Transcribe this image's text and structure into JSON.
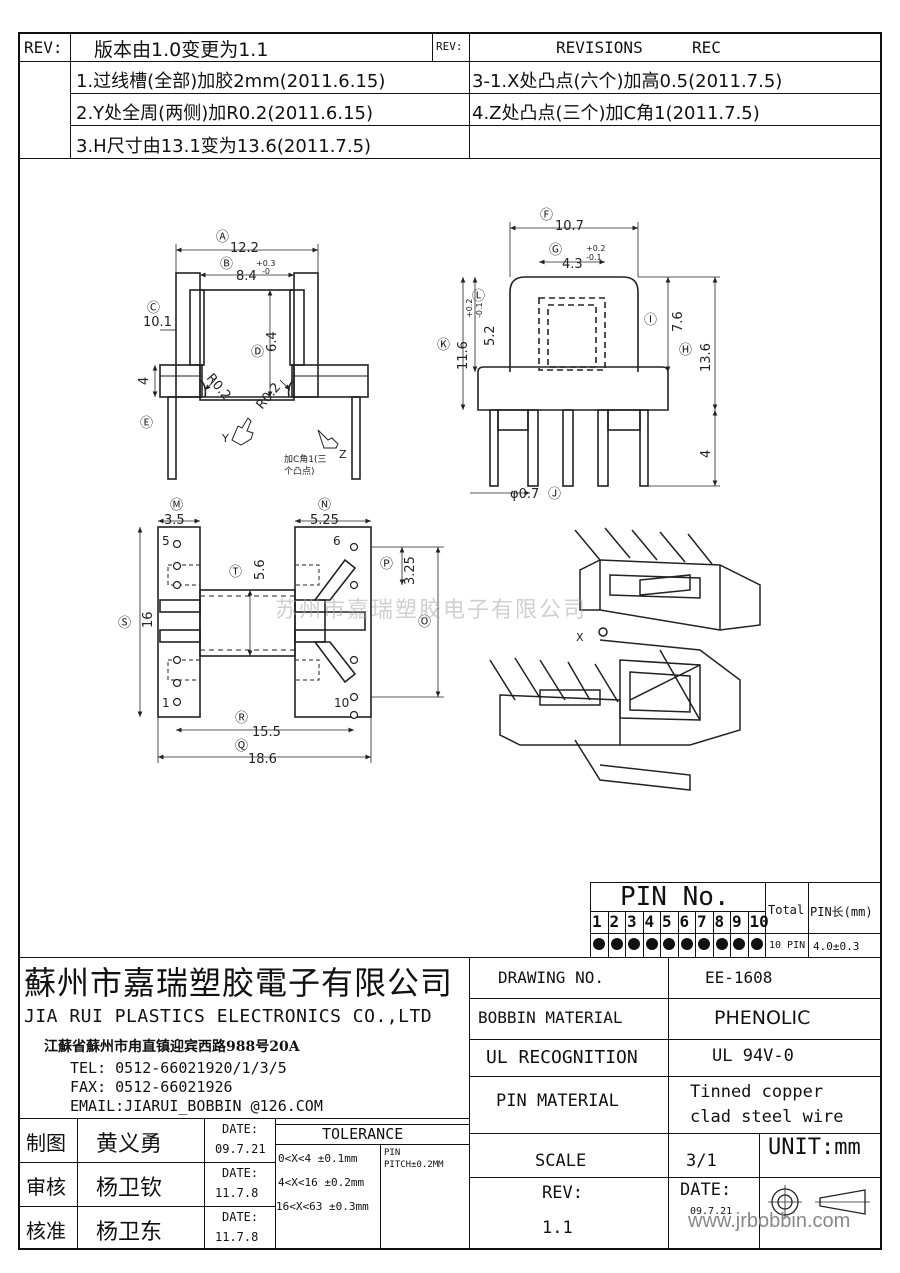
{
  "revisions": {
    "rev_label_left": "REV:",
    "rev_text": "版本由1.0变更为1.1",
    "rev_label_right": "REV:",
    "revisions_label": "REVISIONS",
    "rec_label": "REC",
    "items": [
      "1.过线槽(全部)加胶2mm(2011.6.15)",
      "2.Y处全周(两侧)加R0.2(2011.6.15)",
      "3.H尺寸由13.1变为13.6(2011.7.5)",
      "3-1.X处凸点(六个)加高0.5(2011.7.5)",
      "4.Z处凸点(三个)加C角1(2011.7.5)"
    ]
  },
  "drawing": {
    "watermark": "苏州市嘉瑞塑胶电子有限公司",
    "front": {
      "A": "Ⓐ",
      "A_val": "12.2",
      "B": "Ⓑ",
      "B_val": "8.4",
      "B_tol_top": "+0.3",
      "B_tol_bot": "-0",
      "C": "Ⓒ",
      "C_val": "10.1",
      "D": "Ⓓ",
      "D_val": "6.4",
      "E": "Ⓔ",
      "E_val": "4",
      "r1": "R0.2",
      "r2": "R0.2",
      "y_mark": "Y",
      "z_mark": "Z",
      "note_line1": "加C角1(三",
      "note_line2": "个凸点)"
    },
    "side": {
      "F": "Ⓕ",
      "F_val": "10.7",
      "G": "Ⓖ",
      "G_val": "4.3",
      "G_tol_top": "+0.2",
      "G_tol_bot": "-0.1",
      "L": "Ⓛ",
      "L_val": "5.2",
      "L_tol_top": "+0.2",
      "L_tol_bot": "-0.1",
      "K": "Ⓚ",
      "K_val": "11.6",
      "I": "Ⓘ",
      "I_val": "7.6",
      "H": "Ⓗ",
      "H_val": "13.6",
      "pin_len": "4",
      "J": "Ⓙ",
      "J_val": "φ0.7"
    },
    "bottom": {
      "M": "Ⓜ",
      "M_val": "3.5",
      "N": "Ⓝ",
      "N_val": "5.25",
      "T": "Ⓣ",
      "T_val": "5.6",
      "P": "Ⓟ",
      "P_val": "3.25",
      "S": "Ⓢ",
      "S_val": "16",
      "O": "Ⓞ",
      "R": "Ⓡ",
      "R_val": "15.5",
      "Q": "Ⓠ",
      "Q_val": "18.6",
      "pin5": "5",
      "pin1": "1",
      "pin6": "6",
      "pin10": "10"
    },
    "iso": {
      "x_mark": "X"
    }
  },
  "pin_table": {
    "title": "PIN No.",
    "numbers": [
      "1",
      "2",
      "3",
      "4",
      "5",
      "6",
      "7",
      "8",
      "9",
      "10"
    ],
    "total_label": "Total",
    "pinlen_label": "PIN长(mm)",
    "total_value": "10 PIN",
    "pinlen_value": "4.0±0.3",
    "filled": [
      true,
      true,
      true,
      true,
      true,
      true,
      true,
      true,
      true,
      true
    ]
  },
  "company": {
    "name_cn": "蘇州市嘉瑞塑胶電子有限公司",
    "name_en": "JIA RUI PLASTICS ELECTRONICS CO.,LTD",
    "address": "江蘇省蘇州市甪直镇迎宾西路988号20A",
    "tel": "TEL: 0512-66021920/1/3/5",
    "fax": "FAX: 0512-66021926",
    "email": "EMAIL:JIARUI_BOBBIN @126.COM"
  },
  "signoff": {
    "rows": [
      {
        "role": "制图",
        "name": "黄义勇",
        "date_label": "DATE:",
        "date": "09.7.21"
      },
      {
        "role": "审核",
        "name": "杨卫钦",
        "date_label": "DATE:",
        "date": "11.7.8"
      },
      {
        "role": "核准",
        "name": "杨卫东",
        "date_label": "DATE:",
        "date": "11.7.8"
      }
    ]
  },
  "tolerance": {
    "title": "TOLERANCE",
    "rows": [
      "0<X<4 ±0.1mm",
      "4<X<16 ±0.2mm",
      "16<X<63 ±0.3mm"
    ],
    "pin_label": "PIN",
    "pin_pitch": "PITCH±0.2MM"
  },
  "info": {
    "drawing_no_label": "DRAWING  NO.",
    "drawing_no": "EE-1608",
    "bobbin_label": "BOBBIN  MATERIAL",
    "bobbin_value": "PHENOLIC",
    "ul_label": "UL RECOGNITION",
    "ul_value": "UL 94V-0",
    "pin_mat_label": "PIN MATERIAL",
    "pin_mat_line1": "Tinned copper",
    "pin_mat_line2": "clad steel wire",
    "scale_label": "SCALE",
    "scale_value": "3/1",
    "unit": "UNIT:mm",
    "rev_label": "REV:",
    "rev_value": "1.1",
    "date_label": "DATE:",
    "date_value": "09.7.21",
    "website": "www.jrbobbin.com"
  }
}
